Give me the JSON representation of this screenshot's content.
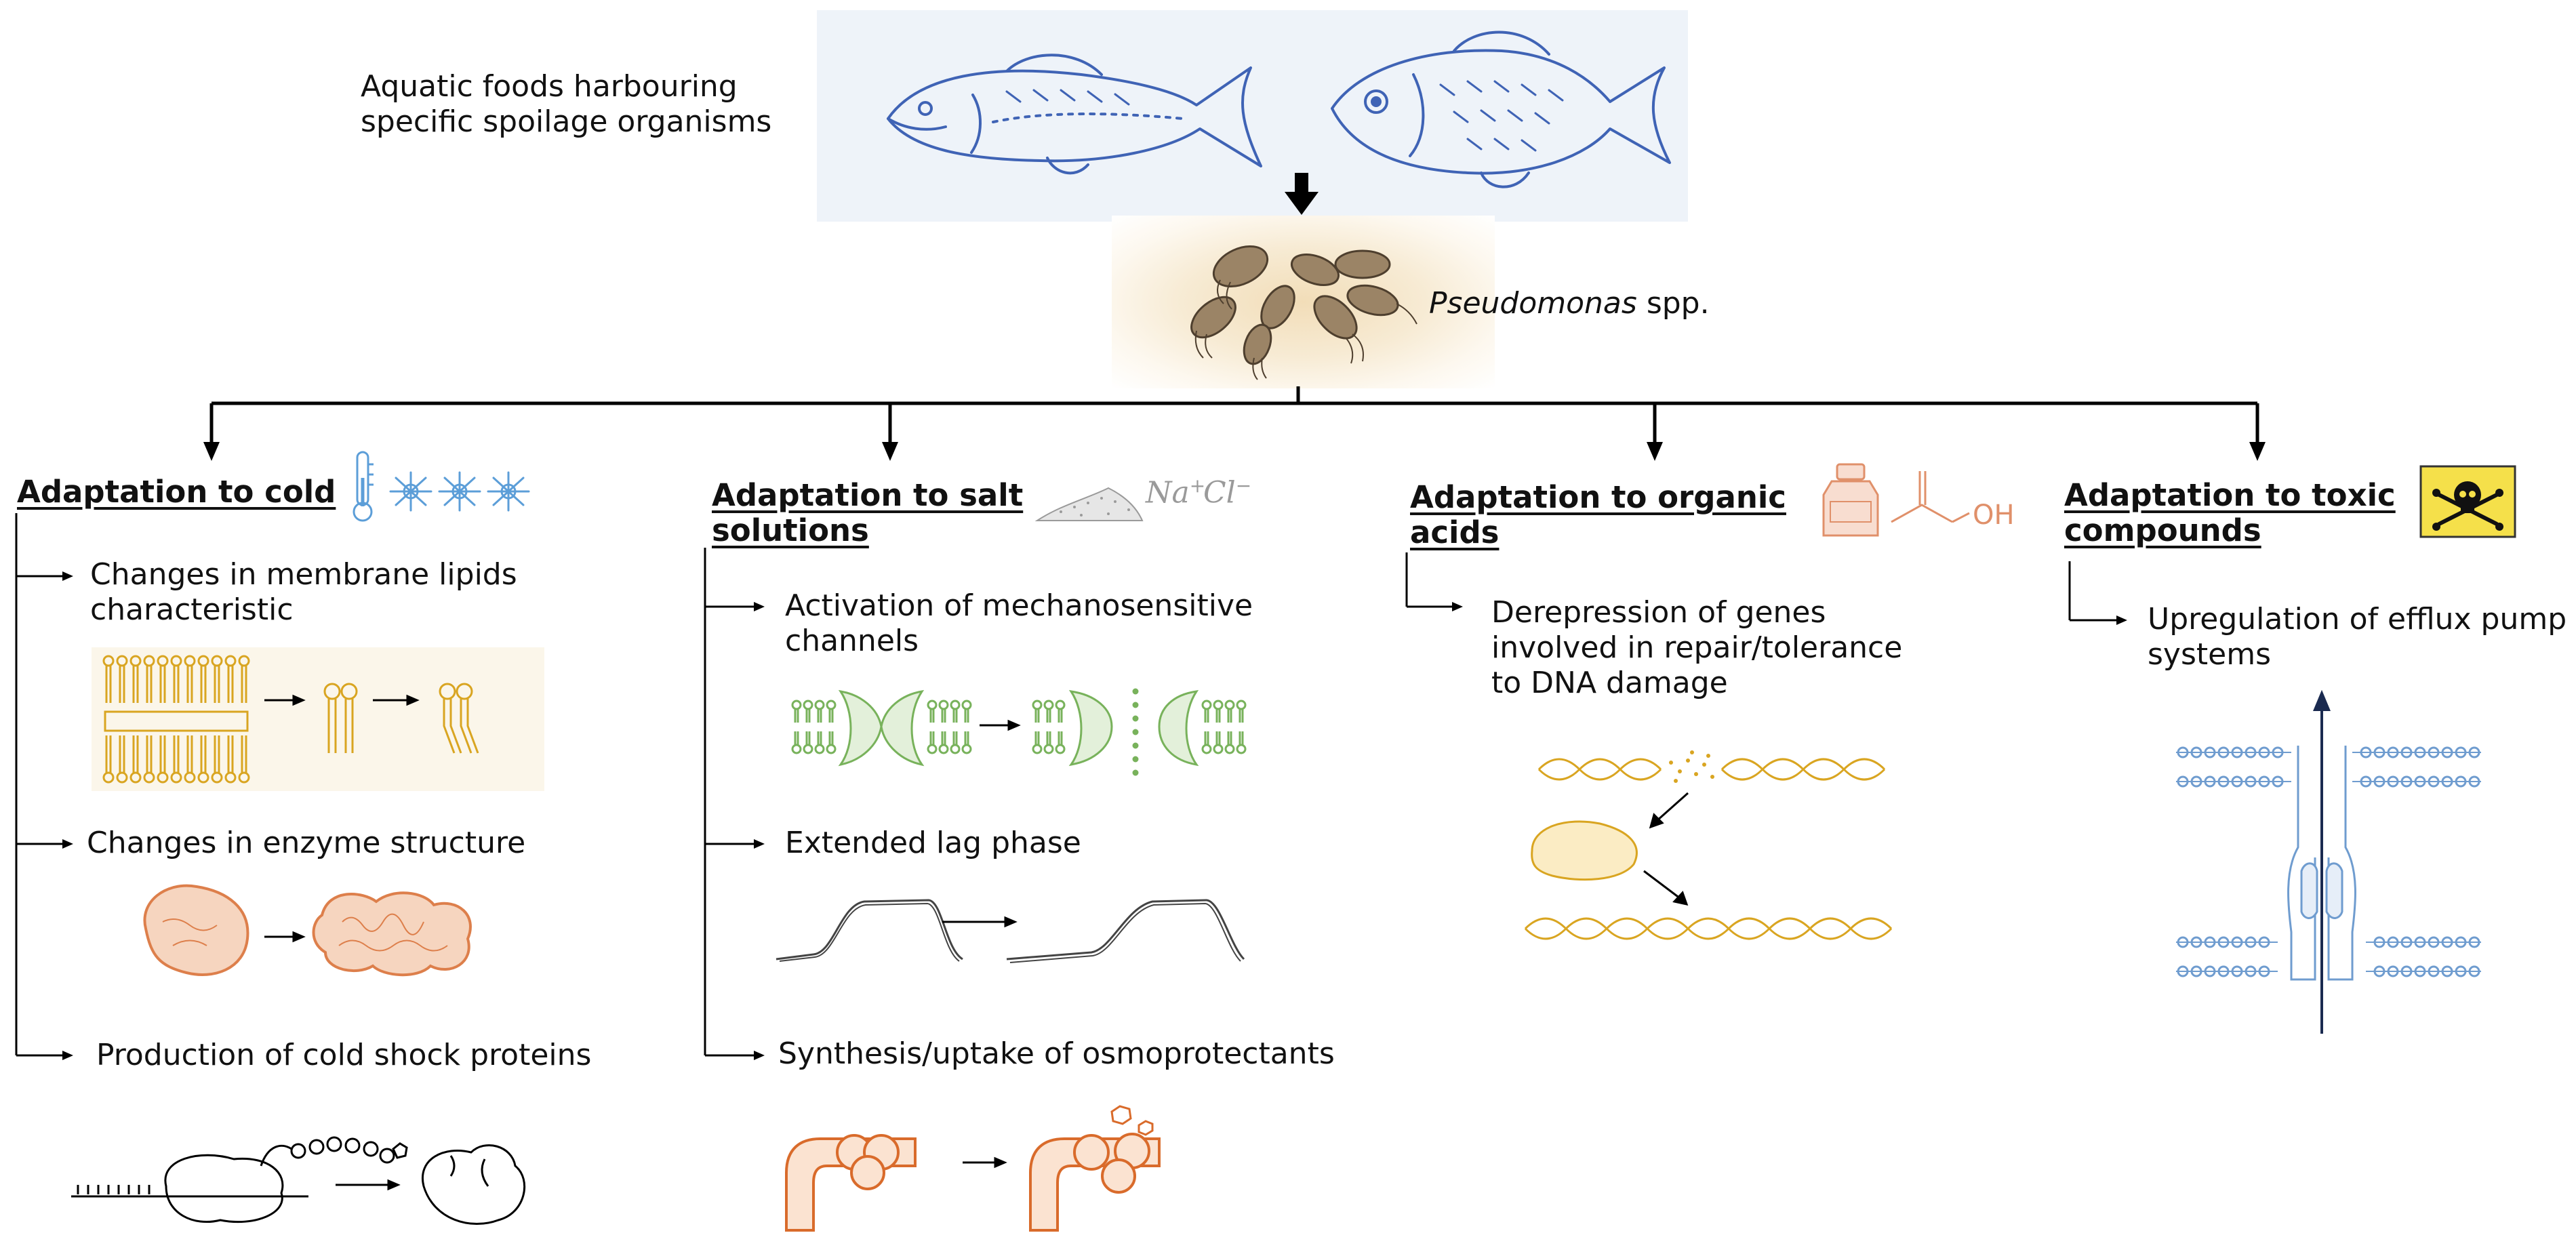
{
  "top": {
    "source_text_line1": "Aquatic foods harbouring",
    "source_text_line2": "specific spoilage organisms",
    "organism_genus": "Pseudomonas",
    "organism_suffix": " spp."
  },
  "colors": {
    "fish_blue": "#3f63b5",
    "membrane_blue": "#6f9ccf",
    "lipid_gold": "#d9a521",
    "enzyme_orange": "#dd7f4b",
    "channel_green": "#78b25b",
    "bacteria_brown": "#6d5a45",
    "toxic_yellow": "#f5e04a",
    "salt_gray": "#9a9a9a",
    "acid_orange": "#e0906a",
    "frost_blue": "#5c9ed8"
  },
  "branches": [
    {
      "title_line1": "Adaptation to cold",
      "title_line2": "",
      "icons": [
        "thermometer-icon",
        "snowflake-icon"
      ],
      "items": [
        {
          "line1": "Changes in membrane lipids",
          "line2": "characteristic"
        },
        {
          "line1": "Changes in enzyme structure",
          "line2": ""
        },
        {
          "line1": "Production of cold shock proteins",
          "line2": ""
        }
      ]
    },
    {
      "title_line1": "Adaptation to salt",
      "title_line2": "solutions",
      "icons": [
        "salt-crystals-icon"
      ],
      "icon_text": {
        "na": "Na",
        "na_sup": "+",
        "cl": "Cl",
        "cl_sup": "−"
      },
      "items": [
        {
          "line1": "Activation of mechanosensitive",
          "line2": "channels"
        },
        {
          "line1": "Extended lag phase",
          "line2": ""
        },
        {
          "line1": "Synthesis/uptake of osmoprotectants",
          "line2": ""
        }
      ]
    },
    {
      "title_line1": "Adaptation to organic",
      "title_line2": "acids",
      "icons": [
        "bottle-icon",
        "carboxylic-acid-icon"
      ],
      "icon_text": {
        "oh": "OH"
      },
      "items": [
        {
          "line1": "Derepression of genes",
          "line2": "involved in repair/tolerance",
          "line3": "to DNA damage"
        }
      ]
    },
    {
      "title_line1": "Adaptation to toxic",
      "title_line2": "compounds",
      "icons": [
        "skull-crossbones-icon"
      ],
      "items": [
        {
          "line1": "Upregulation of efflux pump",
          "line2": "systems"
        }
      ]
    }
  ]
}
